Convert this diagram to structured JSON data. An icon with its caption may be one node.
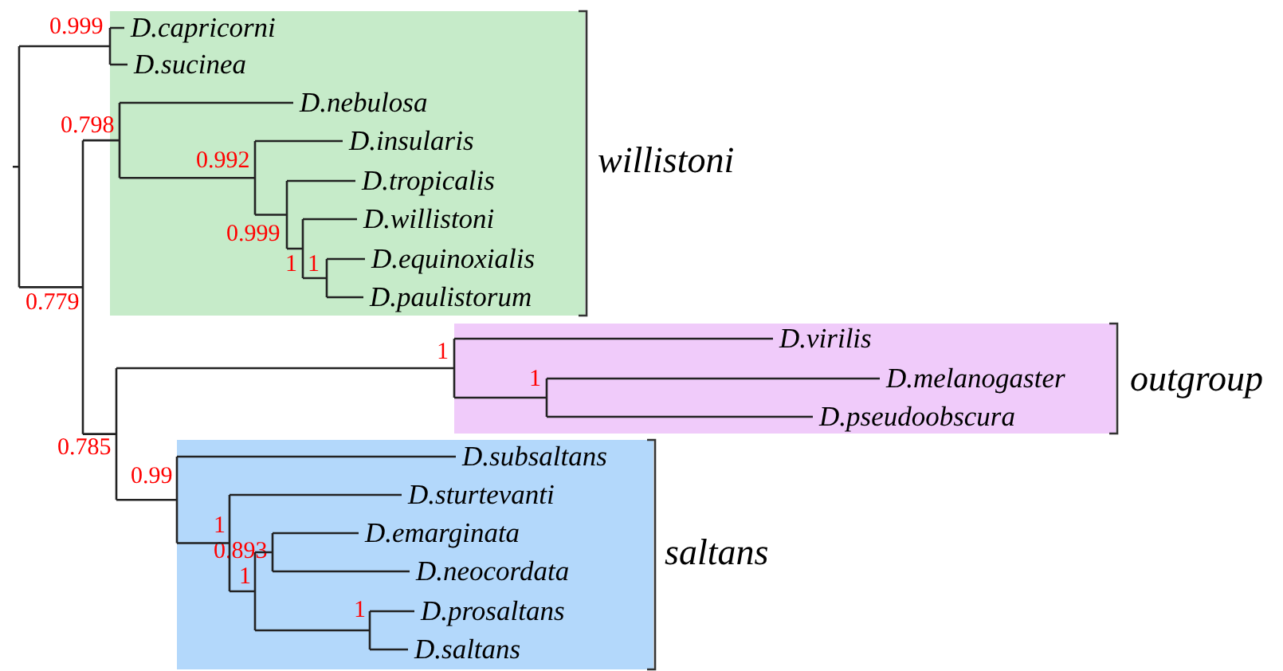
{
  "diagram": {
    "nodes": [
      {
        "text": [
          "willistoni"
        ]
      },
      {
        "text": [
          "D.capricorni"
        ],
        "in": 0
      },
      {
        "text": [
          "D.sucinea"
        ],
        "in": 0
      },
      {
        "text": [
          "D.nebulosa"
        ],
        "in": 0
      },
      {
        "text": [
          "D.insularis"
        ],
        "in": 0
      },
      {
        "text": [
          "D.tropicalis"
        ],
        "in": 0
      },
      {
        "text": [
          "D.willistoni"
        ],
        "in": 0
      },
      {
        "text": [
          "D.equinoxialis"
        ],
        "in": 0
      },
      {
        "text": [
          "D.paulistorum"
        ],
        "in": 0
      },
      {
        "text": [
          "outgroup"
        ]
      },
      {
        "text": [
          "D.virilis"
        ],
        "in": 9
      },
      {
        "text": [
          "D.melanogaster"
        ],
        "in": 9
      },
      {
        "text": [
          "D.pseudoobscura"
        ],
        "in": 9
      },
      {
        "text": [
          "saltans"
        ]
      },
      {
        "text": [
          "D.subsaltans"
        ],
        "in": 13
      },
      {
        "text": [
          "D.sturtevanti"
        ],
        "in": 13
      },
      {
        "text": [
          "D.emarginata"
        ],
        "in": 13
      },
      {
        "text": [
          "D.neocordata"
        ],
        "in": 13
      },
      {
        "text": [
          "D.prosaltans"
        ],
        "in": 13
      },
      {
        "text": [
          "D.saltans"
        ],
        "in": 13
      }
    ],
    "labels": [
      "0.999",
      "0.798",
      "0.992",
      "0.999",
      "1",
      "1",
      "0.779",
      "1",
      "1",
      "0.785",
      "0.99",
      "1",
      "0.893",
      "1",
      "1"
    ]
  }
}
